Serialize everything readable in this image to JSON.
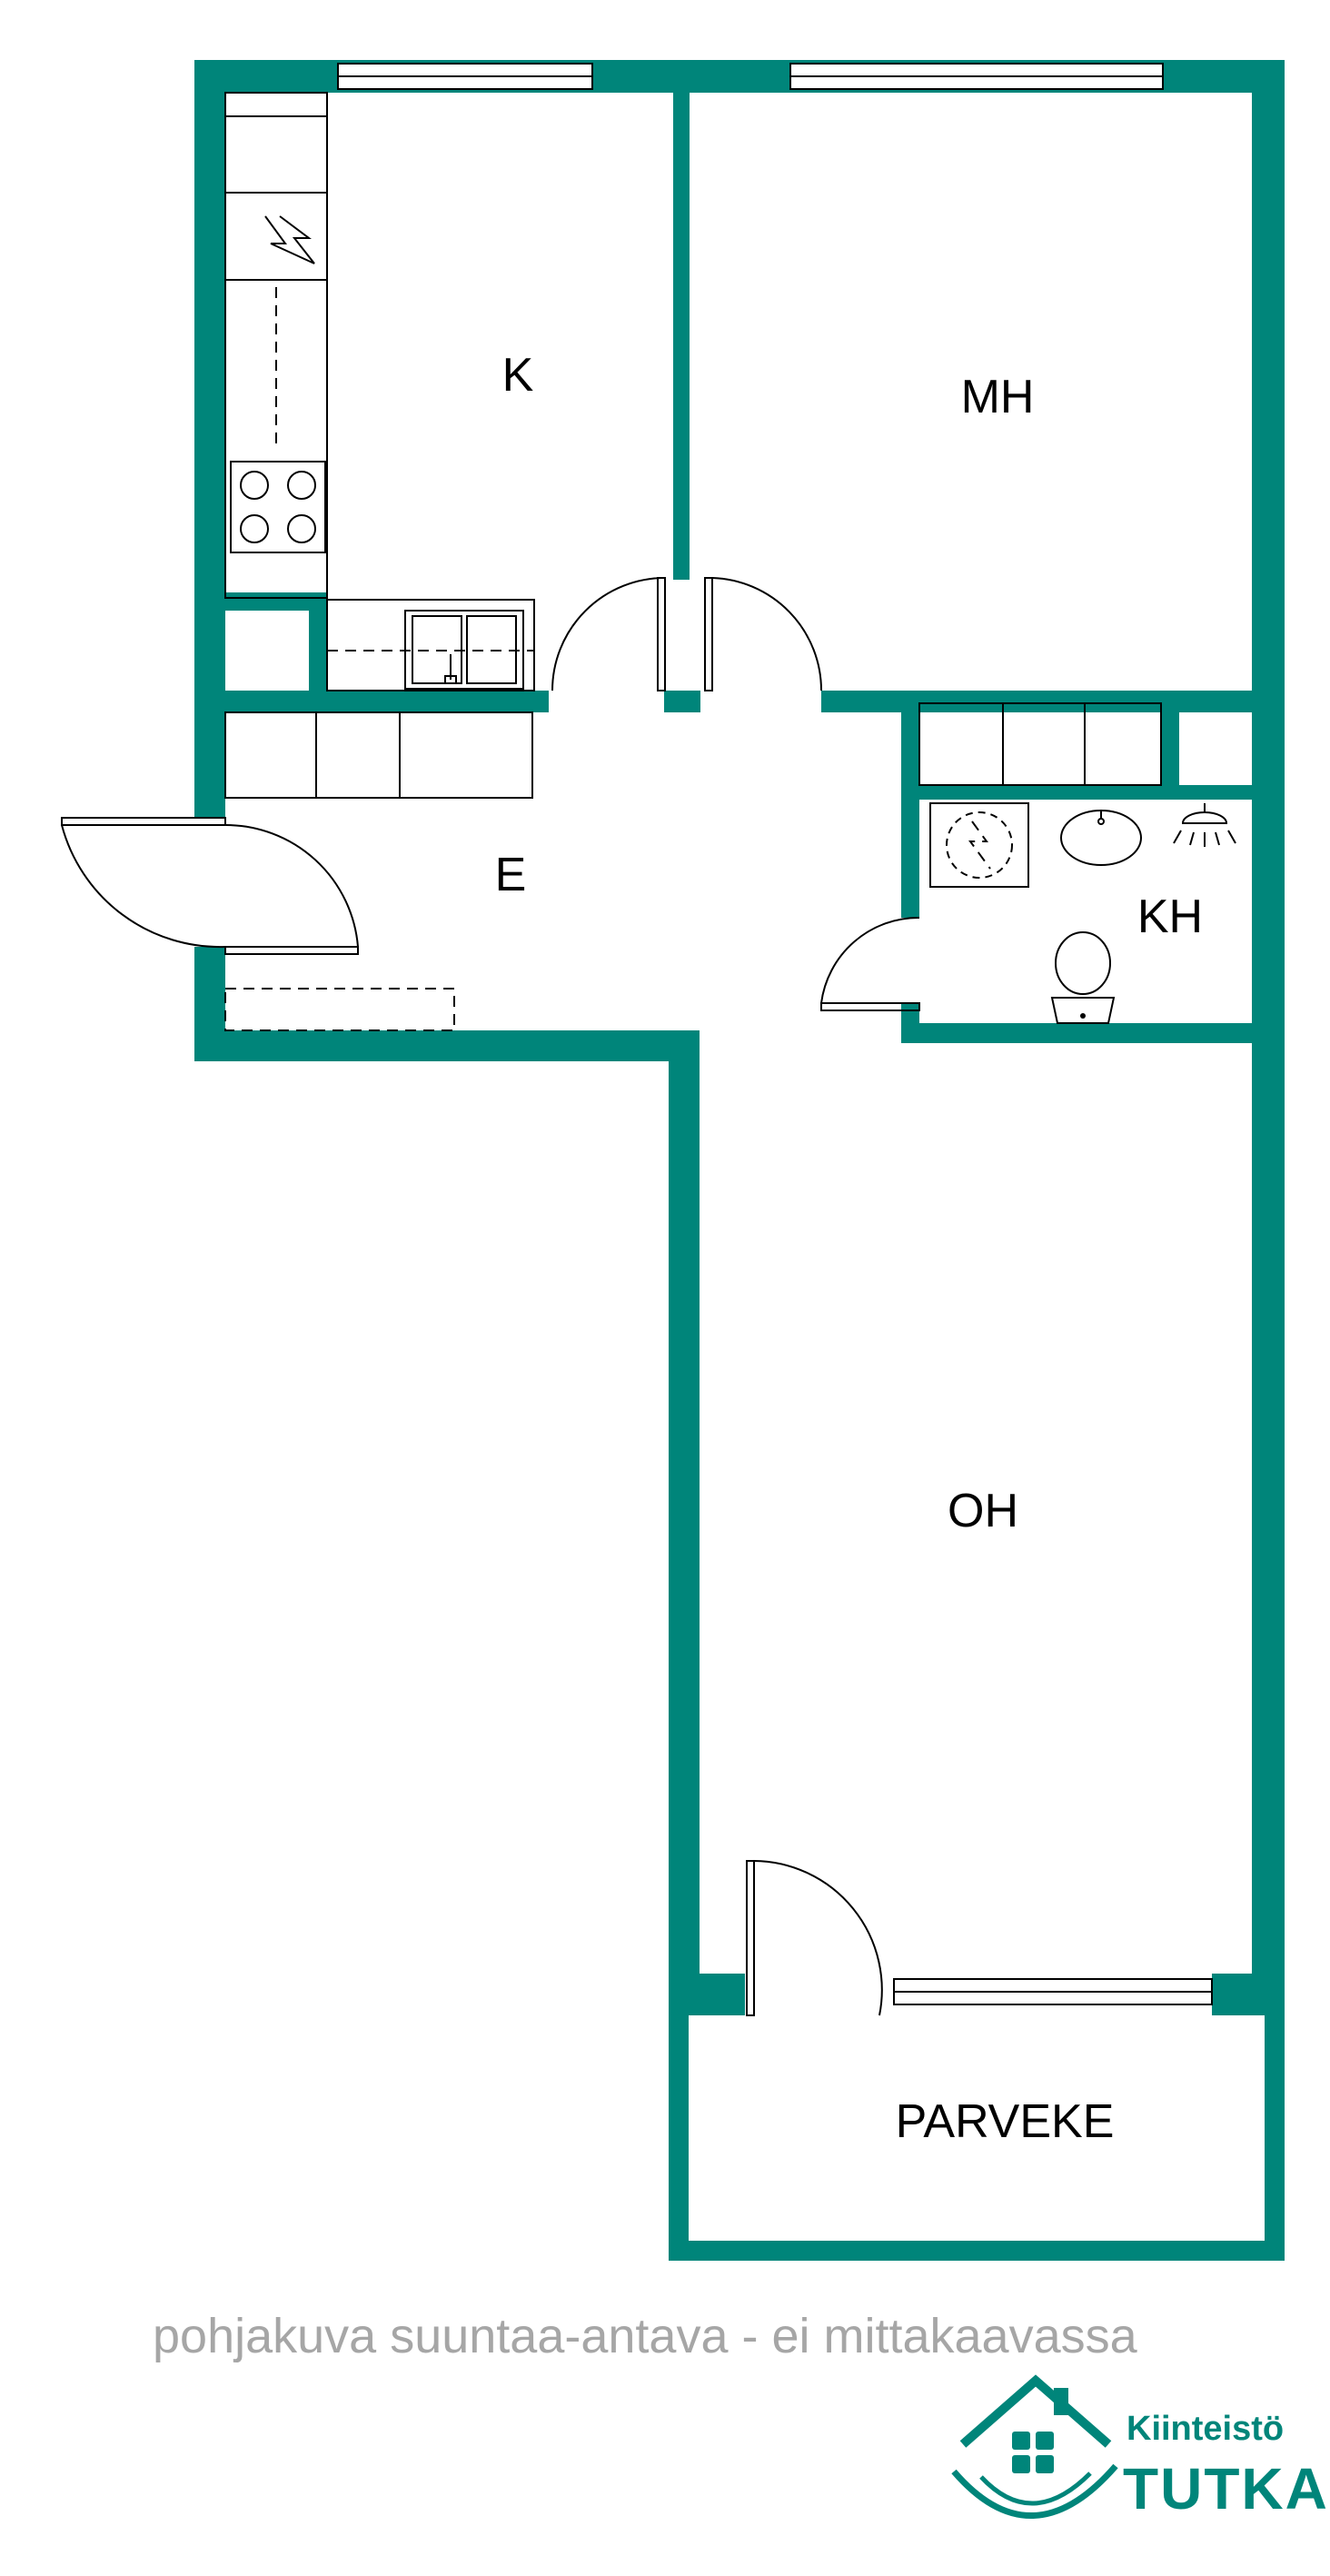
{
  "rooms": {
    "kitchen": "K",
    "bedroom": "MH",
    "hall": "E",
    "bathroom": "KH",
    "living_room": "OH",
    "balcony": "PARVEKE"
  },
  "footer": {
    "note": "pohjakuva suuntaa-antava - ei mittakaavassa"
  },
  "logo": {
    "line1": "Kiinteistö",
    "line2": "TUTKA"
  },
  "colors": {
    "wall": "#00857a",
    "note_text": "#a6a6a6"
  }
}
